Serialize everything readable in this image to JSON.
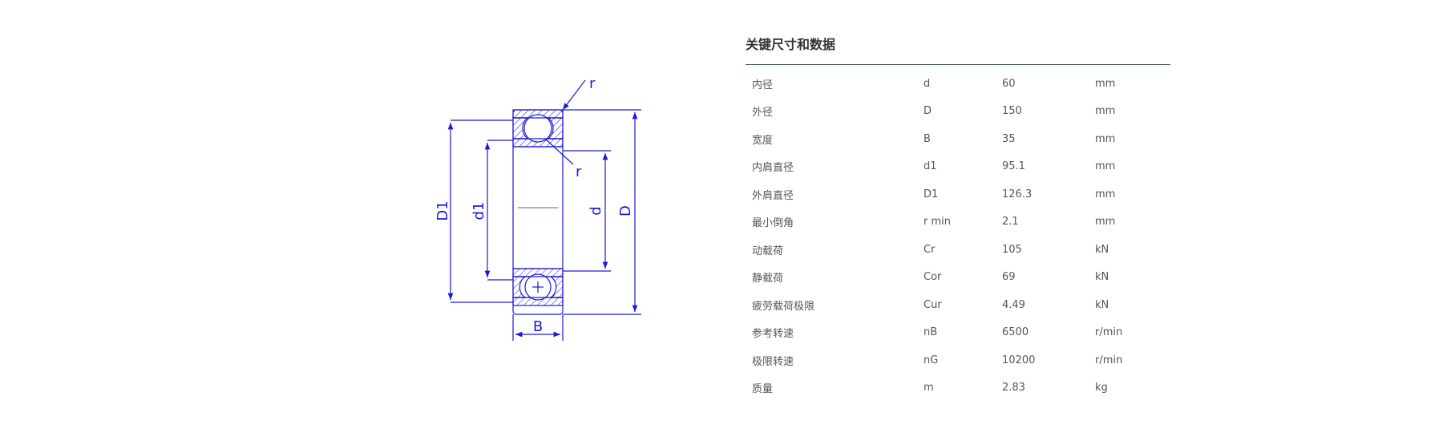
{
  "diagram": {
    "labels": {
      "r_top": "r",
      "r_inner": "r",
      "D1": "D1",
      "d1": "d1",
      "d": "d",
      "D": "D",
      "B": "B"
    },
    "line_color": "#1a1ad6"
  },
  "specs": {
    "title": "关键尺寸和数据",
    "rows": [
      {
        "name": "内径",
        "symbol": "d",
        "value": "60",
        "unit": "mm"
      },
      {
        "name": "外径",
        "symbol": "D",
        "value": "150",
        "unit": "mm"
      },
      {
        "name": "宽度",
        "symbol": "B",
        "value": "35",
        "unit": "mm"
      },
      {
        "name": "内肩直径",
        "symbol": "d1",
        "value": "95.1",
        "unit": "mm"
      },
      {
        "name": "外肩直径",
        "symbol": "D1",
        "value": "126.3",
        "unit": "mm"
      },
      {
        "name": "最小倒角",
        "symbol": "r min",
        "value": "2.1",
        "unit": "mm"
      },
      {
        "name": "动载荷",
        "symbol": "Cr",
        "value": "105",
        "unit": "kN"
      },
      {
        "name": "静载荷",
        "symbol": "Cor",
        "value": "69",
        "unit": "kN"
      },
      {
        "name": "疲劳载荷极限",
        "symbol": "Cur",
        "value": "4.49",
        "unit": "kN"
      },
      {
        "name": "参考转速",
        "symbol": "nB",
        "value": "6500",
        "unit": "r/min"
      },
      {
        "name": "极限转速",
        "symbol": "nG",
        "value": "10200",
        "unit": "r/min"
      },
      {
        "name": "质量",
        "symbol": "m",
        "value": "2.83",
        "unit": "kg"
      }
    ]
  }
}
